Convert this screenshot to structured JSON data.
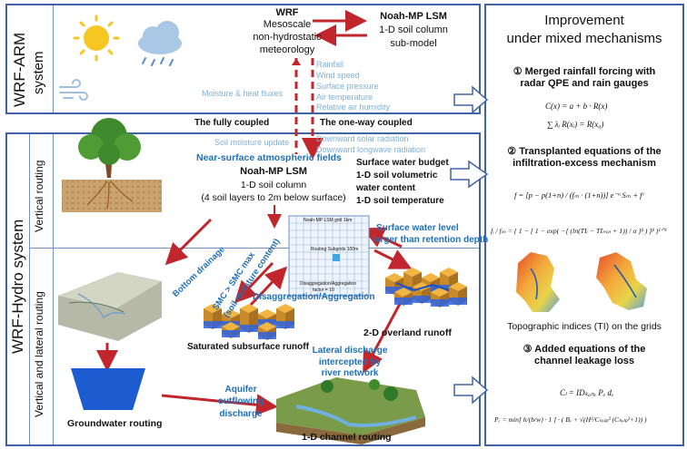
{
  "frames": {
    "wrf_arm_label": "WRF-ARM",
    "wrf_arm_label2": "system",
    "wrf_hydro_label": "WRF-Hydro system",
    "vertical_routing": "Vertical routing",
    "vertical_lateral_routing": "Vertical and lateral routing"
  },
  "wrf": {
    "title": "WRF",
    "line1": "Mesoscale",
    "line2": "non-hydrostatic",
    "line3": "meteorology"
  },
  "noah_top": {
    "title": "Noah-MP LSM",
    "line1": "1-D soil column",
    "line2": "sub-model"
  },
  "forcings": [
    "Rainfall",
    "Wind speed",
    "Surface pressure",
    "Air temperature",
    "Relative air humidity"
  ],
  "moisture_heat": "Moisture & heat fluxes",
  "coupling": {
    "fully": "The  fully coupled",
    "oneway": "The one-way coupled"
  },
  "soil_moisture_update": "Soil moisture update",
  "radiation": [
    "Downward solar radiation",
    "Downward longwave radiation"
  ],
  "near_surface": "Near-surface atmospheric fields",
  "noah_mid": {
    "title": "Noah-MP LSM",
    "line1": "1-D soil column",
    "line2": "(4 soil layers to 2m below surface)"
  },
  "budget": [
    "Surface water budget",
    "1-D soil volumetric",
    "water content",
    "1-D soil temperature"
  ],
  "surface_level": [
    "Surface water level",
    "larger  than retention depth"
  ],
  "grid": {
    "top": "Noah-MP LSM grid 1km",
    "sub": "Routing Subgrids 100m",
    "disagg": "Disaggregation/Aggregation",
    "factor": "factor = 10"
  },
  "bottom_drainage": "Bottom drainage",
  "smc": [
    "SMC > SMC max",
    "(soil moisture content)"
  ],
  "disagg_label": "Disaggregation/Aggregation",
  "overland": "2-D overland runoff",
  "saturated": "Saturated subsurface runoff",
  "lateral": [
    "Lateral discharge",
    "intercepted by",
    "river network"
  ],
  "groundwater": "Groundwater routing",
  "aquifer": [
    "Aquifer",
    "outflowing",
    "discharge"
  ],
  "channel": "1-D channel routing",
  "right": {
    "title1": "Improvement",
    "title2": "under mixed mechanisms",
    "item1_line1": "①  Merged rainfall forcing with",
    "item1_line2": "radar QPE and rain gauges",
    "item2_line1": "②  Transplanted equations of the",
    "item2_line2": "infiltration-excess mechanism",
    "topo_caption": "Topographic indices (TI) on the grids",
    "item3_line1": "③  Added equations of the",
    "item3_line2": "channel leakage loss"
  },
  "equations": {
    "eq1": "C(x) = a + b · R(x)",
    "eq2": "∑ λᵢ R(xᵢ) = R(x₀)",
    "eq3": "f = [p − p(1+n) / (fₘ · (1+n))] e⁻ᵘ Sₘ + fᶜ",
    "eq4": "fᵢ / fₘ = { 1 − [ 1 − exp( −[ (ln(TIᵢ − TIₘᵢₙ + 1)) / α ]ᵝ ) ]ᵝ }¹ᐟᴺ",
    "eq5": "Cₗ = IDₖₐₙₑ Pₑ dₑ",
    "eq6": "Pₑ = min[ h/(b/w) · 1 ] · ( Bᵥ + √(H²/Cₕₐₗₚ² (Cₕₐₗₚ²+1)) )"
  },
  "colors": {
    "frame": "#3f63a6",
    "arrow_red": "#c0262c",
    "light_blue": "#7fb0d8",
    "dark_blue": "#1f6fb8"
  },
  "icons": [
    "sun-icon",
    "cloud-rain-icon",
    "wind-icon",
    "tree-icon",
    "terrain-icon",
    "grid-icon",
    "block-icon",
    "tank-icon",
    "river-icon",
    "watershed-map-icon"
  ]
}
